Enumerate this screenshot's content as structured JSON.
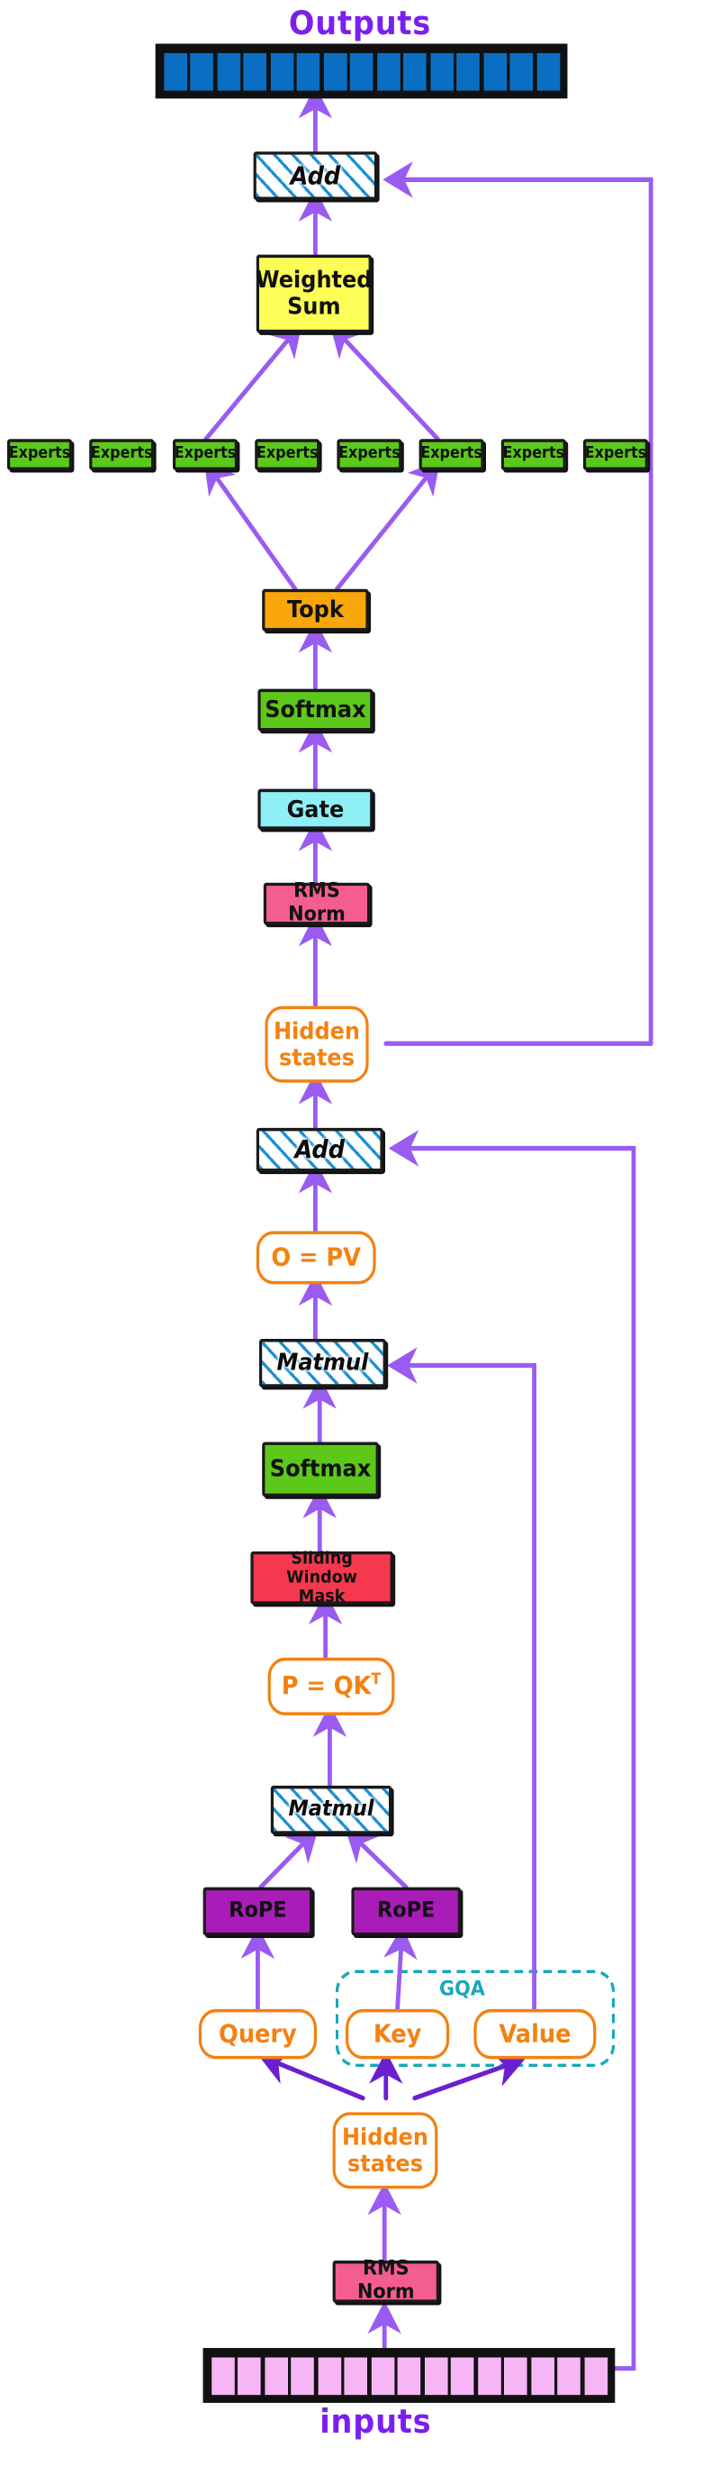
{
  "diagram": {
    "title_top": "Outputs",
    "title_bottom": "inputs",
    "group_label_gqa": "GQA",
    "colors": {
      "arrow": "#9a5cf0",
      "arrow_dark": "#6a1fd0",
      "caption": "#7b1ff0",
      "outputs_token": "#0a6fc2",
      "inputs_token": "#f6b6f6",
      "experts": "#5cc91a",
      "softmax": "#5cc91a",
      "topk": "#f9a60a",
      "weighted_sum": "#fdfd58",
      "gate": "#8ef0f6",
      "rms_norm": "#f45d92",
      "sliding_window_mask": "#f4394e",
      "rope": "#a91cb8",
      "hatch_line": "#1c90d4",
      "rounded_outline": "#f28211",
      "gqa_dashed": "#17a9b8"
    },
    "nodes": {
      "add_top": "Add",
      "weighted_sum": "Weighted\nSum",
      "weighted_sum_line1": "Weighted",
      "weighted_sum_line2": "Sum",
      "topk": "Topk",
      "softmax_moe": "Softmax",
      "gate": "Gate",
      "rms_norm_moe": "RMS Norm",
      "hidden_states_mid": "Hidden\nstates",
      "hidden_states_line1": "Hidden",
      "hidden_states_line2": "states",
      "add_mid": "Add",
      "o_equals_pv": "O = PV",
      "matmul_upper": "Matmul",
      "softmax_attn": "Softmax",
      "sliding_window_mask_line1": "Sliding Window",
      "sliding_window_mask_line2": "Mask",
      "p_equals_qkt_main": "P = QK",
      "p_equals_qkt_sup": "T",
      "matmul_lower": "Matmul",
      "rope_left": "RoPE",
      "rope_right": "RoPE",
      "query": "Query",
      "key": "Key",
      "value": "Value",
      "hidden_states_bottom": "Hidden\nstates",
      "rms_norm_bottom": "RMS Norm"
    },
    "experts": [
      {
        "label": "Experts"
      },
      {
        "label": "Experts"
      },
      {
        "label": "Experts"
      },
      {
        "label": "Experts"
      },
      {
        "label": "Experts"
      },
      {
        "label": "Experts"
      },
      {
        "label": "Experts"
      },
      {
        "label": "Experts"
      }
    ],
    "token_strips": {
      "outputs_count": 15,
      "inputs_count": 15
    }
  }
}
